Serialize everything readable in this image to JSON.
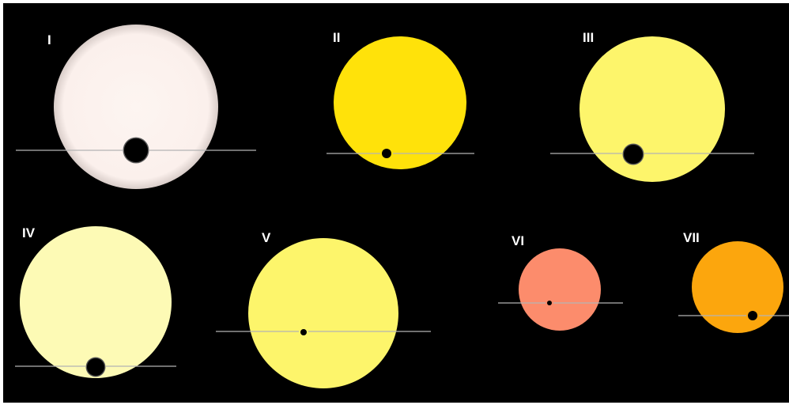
{
  "systems": [
    {
      "label": "I",
      "star_color": "#fdf5f1",
      "has_limb_shading": true
    },
    {
      "label": "II",
      "star_color": "#ffe20a",
      "has_limb_shading": false
    },
    {
      "label": "III",
      "star_color": "#fdf56b",
      "has_limb_shading": false
    },
    {
      "label": "IV",
      "star_color": "#fdfab5",
      "has_limb_shading": false
    },
    {
      "label": "V",
      "star_color": "#fdf56b",
      "has_limb_shading": false
    },
    {
      "label": "VI",
      "star_color": "#fc8c6c",
      "has_limb_shading": false
    },
    {
      "label": "VII",
      "star_color": "#fca60d",
      "has_limb_shading": false
    }
  ],
  "colors": {
    "background": "#000000",
    "planet": "#000000",
    "transit_line": "#b4b4b4",
    "label": "#ffffff"
  }
}
